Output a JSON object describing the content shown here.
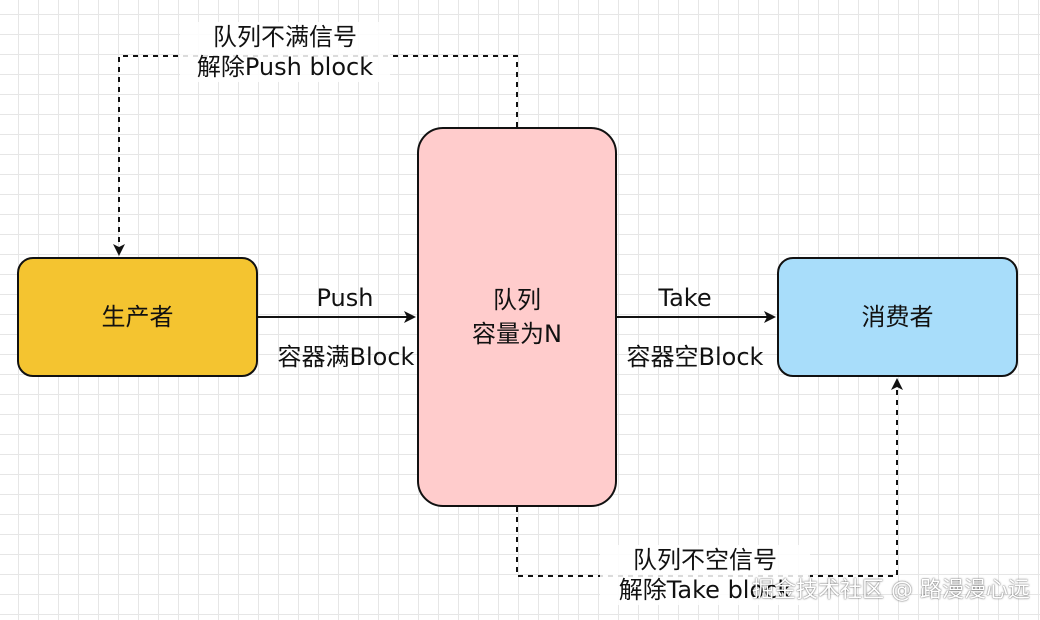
{
  "nodes": {
    "producer": "生产者",
    "queue_line1": "队列",
    "queue_line2": "容量为N",
    "consumer": "消费者"
  },
  "edges": {
    "push": "Push",
    "full_block": "容器满Block",
    "take": "Take",
    "empty_block": "容器空Block",
    "not_full_line1": "队列不满信号",
    "not_full_line2": "解除Push block",
    "not_empty_line1": "队列不空信号",
    "not_empty_line2": "解除Take block"
  },
  "watermark": "掘金技术社区 @ 路漫漫心远",
  "colors": {
    "producer": "#f4c430",
    "queue": "#ffcccc",
    "consumer": "#a8ddfa"
  }
}
